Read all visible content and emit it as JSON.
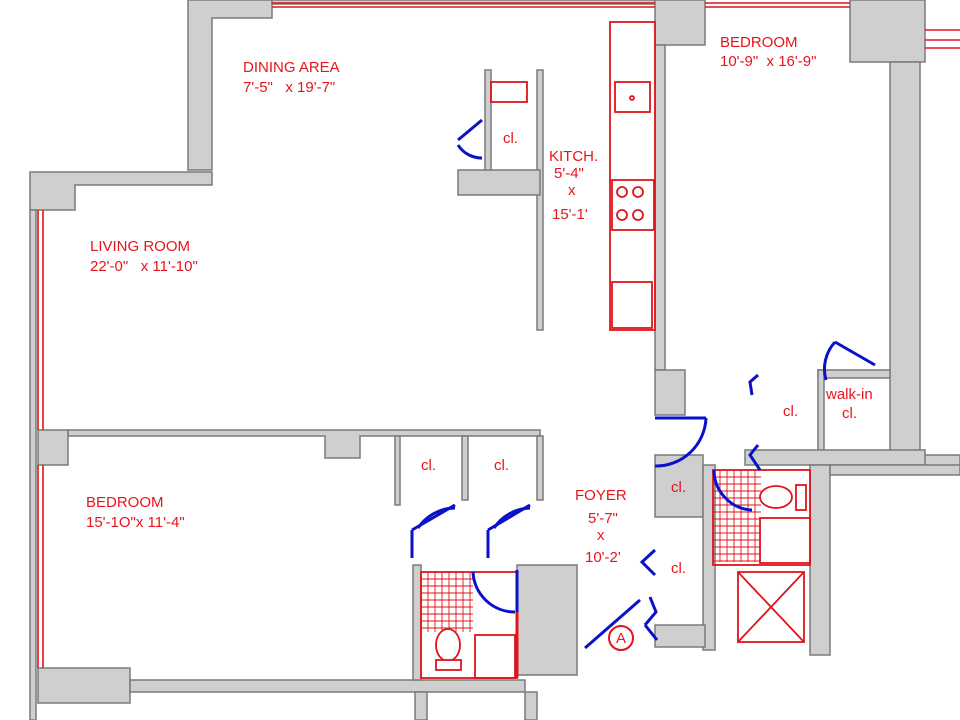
{
  "plan": {
    "dining": {
      "name": "DINING AREA",
      "dims": "7'-5\"   x 19'-7\""
    },
    "living": {
      "name": "LIVING ROOM",
      "dims": "22'-0\"   x 11'-10\""
    },
    "kitchen": {
      "name": "KITCH.",
      "dim1": "5'-4\"",
      "x": "x",
      "dim2": "15'-1'"
    },
    "bedroom_main": {
      "name": "BEDROOM",
      "dims": "10'-9\"  x 16'-9\""
    },
    "bedroom_second": {
      "name": "BEDROOM",
      "dims": "15'-1O\"x 11'-4\""
    },
    "foyer": {
      "name": "FOYER",
      "dim1": "5'-7\"",
      "x": "x",
      "dim2": "10'-2'"
    },
    "walkin": {
      "line1": "walk-in",
      "line2": "cl."
    },
    "closet_label": "cl.",
    "entry_marker": "A"
  },
  "colors": {
    "label": "#e8141b",
    "door": "#0a12c8",
    "wall": "#cfcfcf"
  }
}
